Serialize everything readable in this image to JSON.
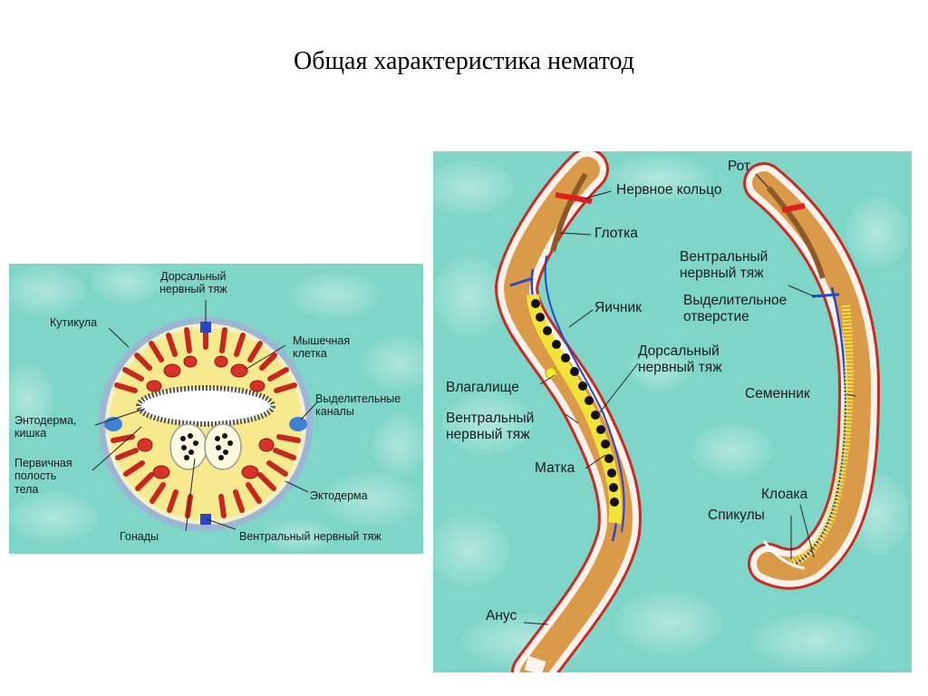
{
  "title": "Общая характеристика нематод",
  "colors": {
    "background_water": "#7dd6c8",
    "cuticle": "#8aa7c9",
    "muscle": "#c8241c",
    "body_fill": "#f3e58c",
    "worm_body": "#d99a4a",
    "nerve": "#2a46c8",
    "ovary_yellow": "#f2e23a"
  },
  "cross_section": {
    "labels": {
      "dorsal_nerve_1": "Дорсальный",
      "dorsal_nerve_2": "нервный тяж",
      "cuticle": "Кутикула",
      "muscle_1": "Мышечная",
      "muscle_2": "клетка",
      "excretory_1": "Выделительные",
      "excretory_2": "каналы",
      "endoderm_1": "Энтодерма,",
      "endoderm_2": "кишка",
      "cavity_1": "Первичная",
      "cavity_2": "полость",
      "cavity_3": "тела",
      "ectoderm": "Эктодерма",
      "gonads": "Гонады",
      "ventral_nerve": "Вентральный нервный тяж"
    }
  },
  "worms": {
    "labels": {
      "nerve_ring": "Нервное кольцо",
      "pharynx": "Глотка",
      "ovary": "Яичник",
      "dorsal_nerve_1": "Дорсальный",
      "dorsal_nerve_2": "нервный тяж",
      "vagina": "Влагалище",
      "ventral_nerve_1": "Вентральный",
      "ventral_nerve_2": "нервный тяж",
      "uterus": "Матка",
      "anus": "Анус",
      "mouth": "Рот",
      "male_ventral_1": "Вентральный",
      "male_ventral_2": "нервный тяж",
      "excretory_pore_1": "Выделительное",
      "excretory_pore_2": "отверстие",
      "testis": "Семенник",
      "cloaca": "Клоака",
      "spicules": "Спикулы"
    }
  }
}
